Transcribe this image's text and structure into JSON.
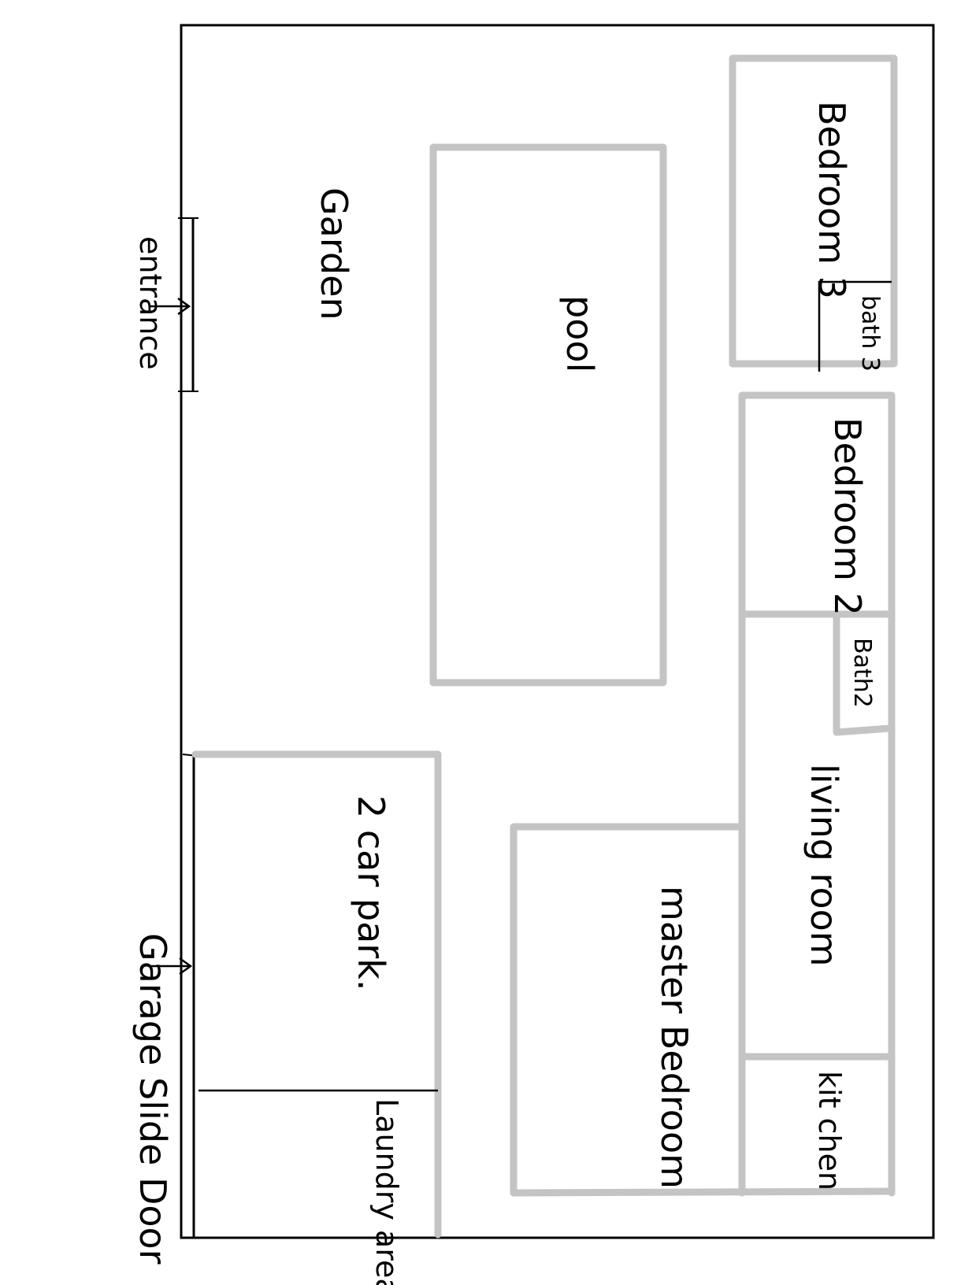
{
  "rooms": {
    "bedroom3": "Bedroom 3",
    "bath3": "bath 3",
    "bedroom2": "Bedroom 2",
    "bath2": "Bath2",
    "living_room": "living room",
    "kitchen": "kit chen",
    "master_bedroom": "master Bedroom",
    "pool": "pool",
    "garden": "Garden",
    "car_park": "2 car park.",
    "laundry": "Laundry area."
  },
  "labels": {
    "entrance": "entrance",
    "garage_door": "Garage Slide Door"
  },
  "colors": {
    "outline": "#000000",
    "interior_walls": "#c4c4c4"
  }
}
